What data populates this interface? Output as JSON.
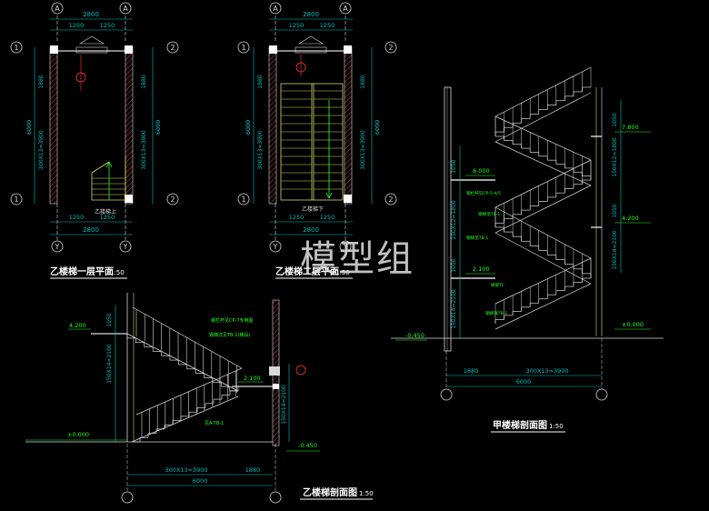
{
  "drawings": {
    "plan1": {
      "title": "乙楼梯一层平面",
      "scale": "1:50",
      "total_width": "2800",
      "half_dims": [
        "1250",
        "1250"
      ],
      "depth": "6000",
      "top_dim": "1880",
      "flight_dim": "300X13=3900",
      "up_label": "乙楼梯上",
      "axis_left": "1",
      "axis_right": "2",
      "axis_top": "A",
      "axis_bottom": "Y"
    },
    "plan2": {
      "title": "乙楼梯二层平面",
      "scale": "1:50",
      "total_width": "2800",
      "half_dims": [
        "1250",
        "1250"
      ],
      "depth": "6000",
      "top_dim": "1880",
      "flight_dim": "300X13=3900",
      "down_label": "乙楼梯下",
      "axis_left": "1",
      "axis_right": "2",
      "axis_top": "A",
      "axis_bottom": "Y"
    },
    "section_b": {
      "title": "乙楼梯剖面图",
      "scale": "1:50",
      "elev_top": "4.200",
      "elev_mid": "2.100",
      "elev_ground": "±0.000",
      "elev_bottom": "-0.450",
      "rise_upper": "150X14=2100",
      "rise_lower": "150X14=2100",
      "dim_run": "300X13=3900",
      "dim_landing": "1880",
      "dim_total": "6000",
      "top_dim": "1050",
      "notes": [
        "钢栏杆见CP-7专用图",
        "钢梯详见TB-1(梯段)",
        "见A-TB-1"
      ]
    },
    "section_a": {
      "title": "甲楼梯剖面图",
      "scale": "1:50",
      "elevs": [
        "7.800",
        "6.000",
        "4.200",
        "2.100",
        "±0.000",
        "-0.450"
      ],
      "rise_dims": [
        "150X12=1800",
        "150X14=2100",
        "150X14=2100",
        "150X12=1800"
      ],
      "landing_dims": [
        "1050",
        "1050",
        "1050"
      ],
      "dim_landing": "1880",
      "dim_run": "300X13=3900",
      "dim_total": "6000",
      "notes": [
        "钢栏杆见CP-5-A/5",
        "钢梯见TB-1",
        "钢梯见TB-1",
        "梯梁TL",
        "钢梯详TB-1"
      ]
    }
  },
  "watermark": "模型组",
  "colors": {
    "background": "#000000",
    "line": "#d9d9d9",
    "dimension": "#00c0c0",
    "wall_hatch": "#cc4444",
    "stair": "#d6d66a",
    "elevation_green": "#22ff22",
    "title": "#ffffff",
    "red_mark": "#ff3333"
  }
}
